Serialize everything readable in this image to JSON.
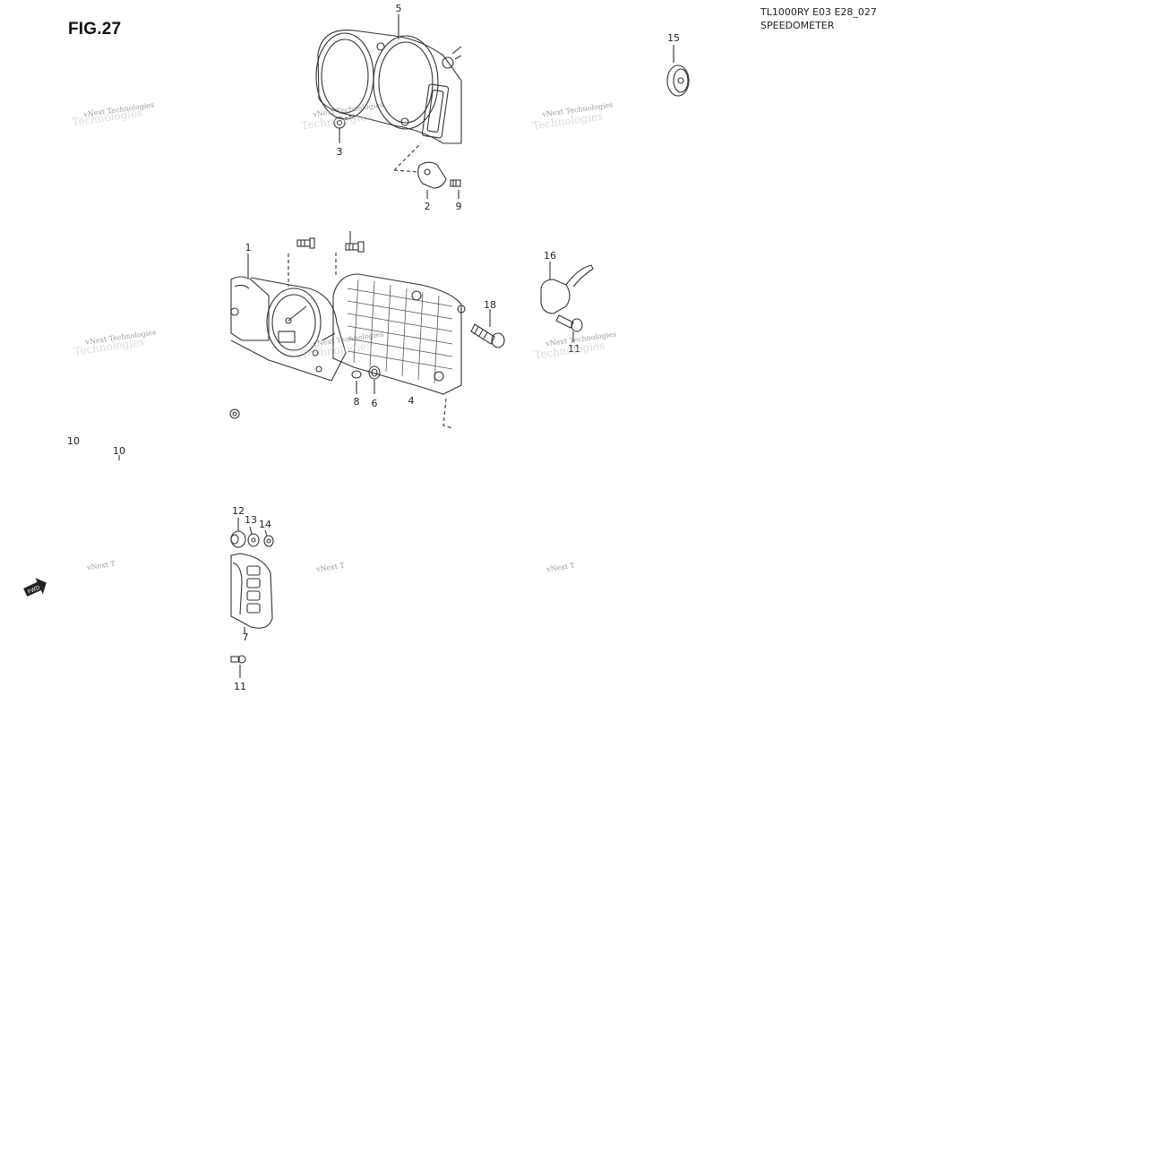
{
  "figure": {
    "title": "FIG.27",
    "model_code": "TL1000RY E03 E28_027",
    "section": "SPEEDOMETER"
  },
  "watermark": {
    "line1": "vNext Technologies",
    "line2": "Technologies",
    "clipped": "vNext T"
  },
  "callouts": {
    "c1": "1",
    "c2": "2",
    "c3": "3",
    "c4": "4",
    "c5": "5",
    "c6": "6",
    "c7": "7",
    "c8": "8",
    "c9": "9",
    "c10a": "10",
    "c10b": "10",
    "c11a": "11",
    "c11b": "11",
    "c12": "12",
    "c13": "13",
    "c14": "14",
    "c15": "15",
    "c16": "16",
    "c18": "18"
  },
  "icons": {
    "forward": "forward-arrow-icon"
  }
}
